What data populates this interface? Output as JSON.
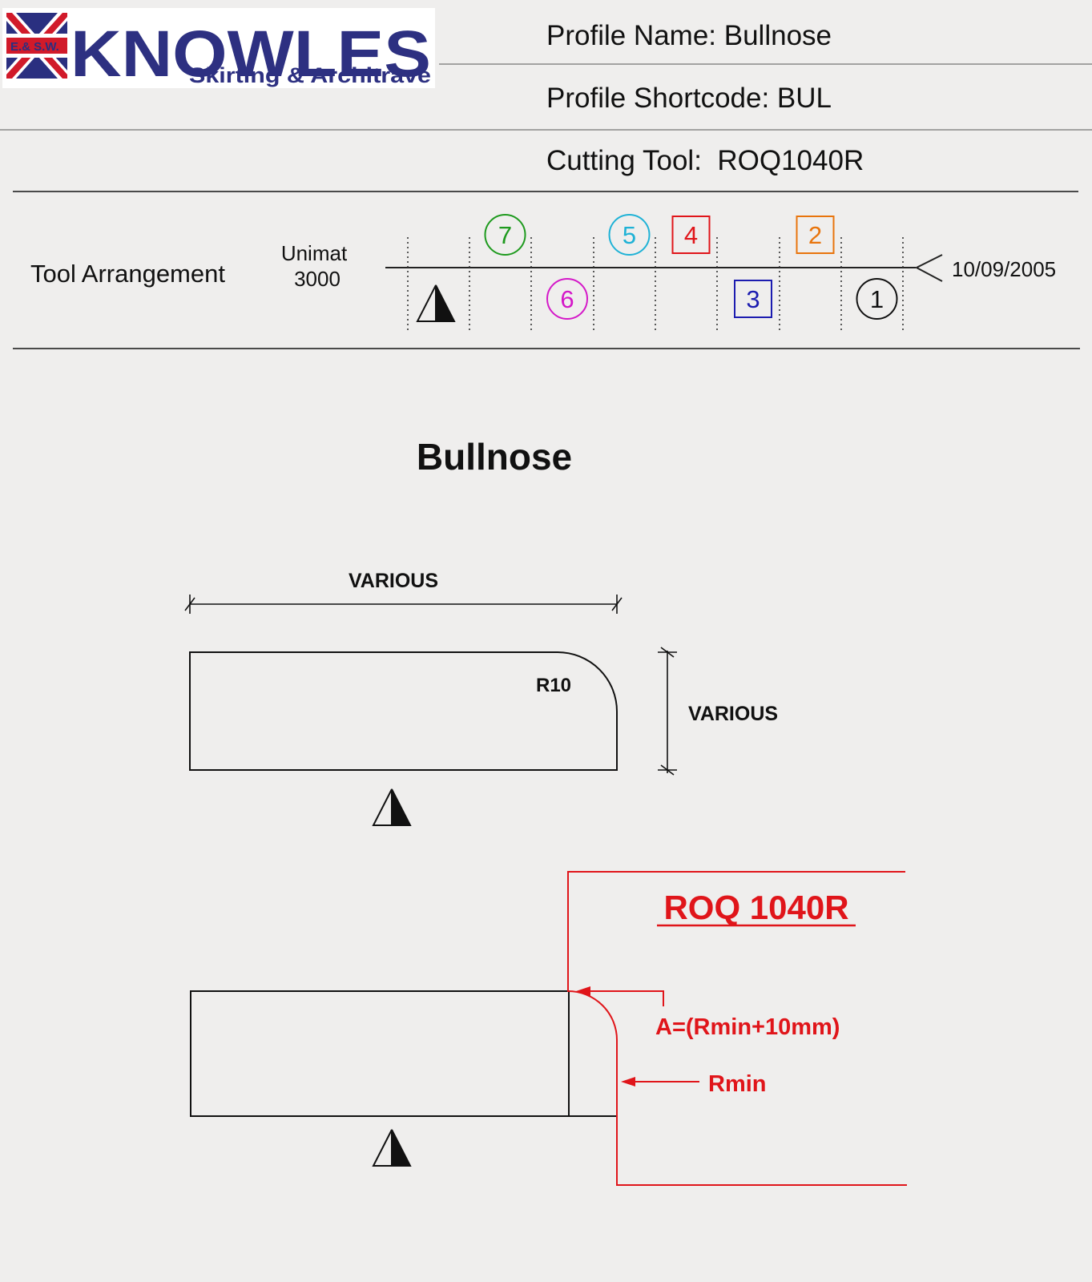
{
  "logo": {
    "badge": "E.& S.W.",
    "brand": "KNOWLES",
    "tagline": "Skirting & Architrave"
  },
  "header": {
    "profile_name": "Profile Name: Bullnose",
    "profile_shortcode": "Profile Shortcode: BUL",
    "cutting_tool": "Cutting Tool:  ROQ1040R"
  },
  "tool_arrangement": {
    "label": "Tool Arrangement",
    "machine_line1": "Unimat",
    "machine_line2": "3000",
    "date": "10/09/2005",
    "tools": [
      {
        "number": "1",
        "shape": "circle",
        "position": "below",
        "color": "#111111"
      },
      {
        "number": "2",
        "shape": "square",
        "position": "above",
        "color": "#e8740c"
      },
      {
        "number": "3",
        "shape": "square",
        "position": "below",
        "color": "#1c1cb0"
      },
      {
        "number": "4",
        "shape": "square",
        "position": "above",
        "color": "#e0151a"
      },
      {
        "number": "5",
        "shape": "circle",
        "position": "above",
        "color": "#1fb2d6"
      },
      {
        "number": "6",
        "shape": "circle",
        "position": "below",
        "color": "#d418c8"
      },
      {
        "number": "7",
        "shape": "circle",
        "position": "above",
        "color": "#1e9a1e"
      }
    ]
  },
  "profile": {
    "title": "Bullnose",
    "width_label": "VARIOUS",
    "height_label": "VARIOUS",
    "radius_label": "R10"
  },
  "cutter": {
    "title": "ROQ 1040R",
    "dimension_a": "A=(Rmin+10mm)",
    "dimension_rmin": "Rmin",
    "color": "#e0151a"
  }
}
